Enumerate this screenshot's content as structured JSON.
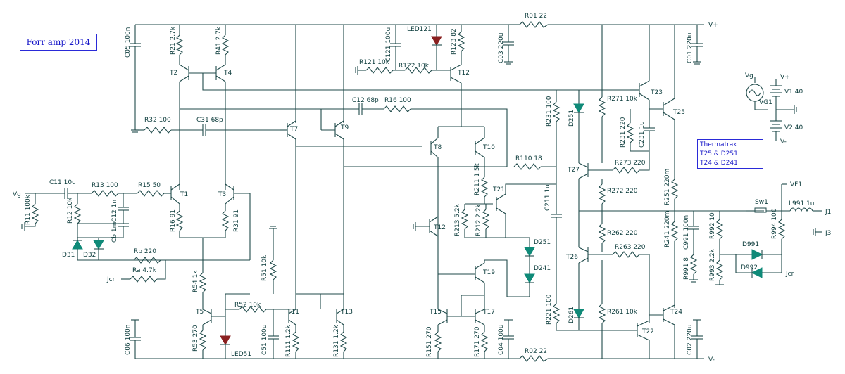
{
  "title": "Forr amp 2014",
  "note": {
    "lines": [
      "Thermatrak",
      "T25 & D251",
      "T24 & D241"
    ]
  },
  "labels": {
    "C05": "C05 100n",
    "R21": "R21 2.7k",
    "R41": "R41 2.7k",
    "T2": "T2",
    "T4": "T4",
    "R32": "R32 100",
    "C31": "C31 68p",
    "C11": "C11 10u",
    "R13": "R13 100",
    "R15": "R15 50",
    "Vg": "Vg",
    "R11": "R11 100k",
    "R12": "R12 10k",
    "C12": "C12 1n",
    "Cb": "Cb 1m",
    "T1": "T1",
    "T3": "T3",
    "R16": "R16 91",
    "R31": "R31 91",
    "D31": "D31",
    "D32": "D32",
    "Rb": "Rb 220",
    "Ra": "Ra 4.7k",
    "Jcr": "Jcr",
    "R54": "R54 1k",
    "T5": "T5",
    "R53": "R53 270",
    "LED51": "LED51",
    "C06": "C06 100n",
    "R52": "R52 10k",
    "R51": "R51 10k",
    "C51": "C51 100u",
    "T11": "T11",
    "T13": "T13",
    "R111": "R111 1.2k",
    "R131": "R131 1.2k",
    "T7": "T7",
    "T9": "T9",
    "C12b": "C12 68p",
    "R16b": "R16 100",
    "LED121": "LED121",
    "C121": "C121 100u",
    "R121": "R121 10k",
    "R122": "R122 10k",
    "R123": "R123 82",
    "T12": "T12",
    "C03": "C03 220u",
    "R01": "R01 22",
    "C01": "C01 220u",
    "Vplus": "V+",
    "T8": "T8",
    "T10": "T10",
    "R110": "R110 18",
    "R211": "R211 1.5k",
    "T21": "T21",
    "R213": "R213 5.2k",
    "R212": "R212 2.2k",
    "C211": "C211 1u",
    "T12b": "T12",
    "D251": "D251",
    "D241": "D241",
    "T19": "T19",
    "T15": "T15",
    "T17": "T17",
    "R151": "R151 270",
    "R171": "R171 270",
    "C04": "C04 100u",
    "R02": "R02 22",
    "Vminus": "V-",
    "R231": "R231 100",
    "D251b": "D251",
    "R271": "R271 10k",
    "T23": "T23",
    "T25": "T25",
    "R231b": "R231 220",
    "C231": "C231 1u",
    "T27": "T27",
    "R273": "R273 220",
    "R272": "R272 220",
    "R251": "R251 220m",
    "R262": "R262 220",
    "T26": "T26",
    "R263": "R263 220",
    "R241": "R241 220m",
    "D261": "D261",
    "R221": "R221 100",
    "R261": "R261 10k",
    "T22": "T22",
    "T24": "T24",
    "C02": "C02 220u",
    "Vg2": "Vg",
    "VG1": "VG1",
    "V1": "V1 40",
    "V2": "V2 40",
    "VF1": "VF1",
    "Sw1": "Sw1",
    "L991": "L991 1u",
    "J1": "J1",
    "J3": "J3",
    "C991": "C991 100n",
    "R992": "R992 10",
    "R994": "R994 100",
    "D991": "D991",
    "D992": "D992",
    "R991": "R991 8",
    "R993": "R993 2.2k",
    "Jcr2": "Jcr"
  },
  "colors": {
    "wire": "#1f4a4a",
    "diode": "#0f8a78",
    "led": "#8a2020",
    "text": "#0a3a3a",
    "box": "#2a2ad8"
  }
}
